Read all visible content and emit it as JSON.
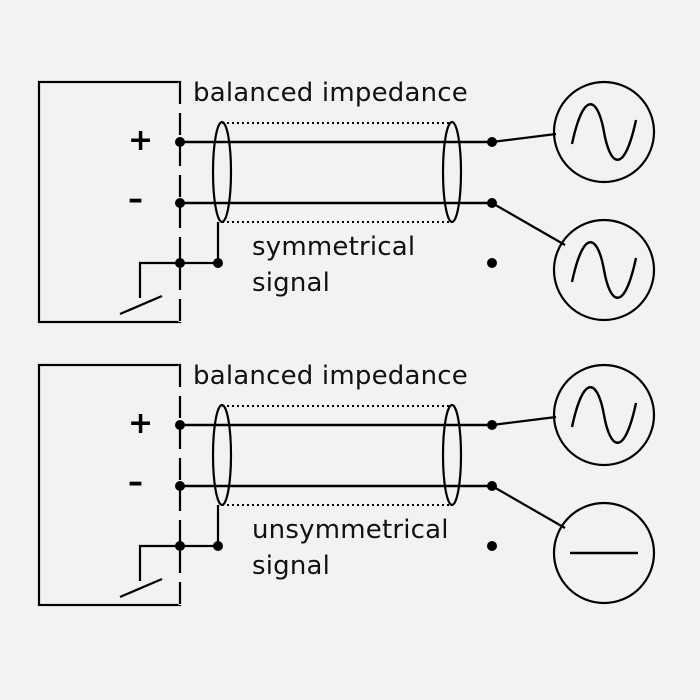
{
  "diagram": {
    "top": {
      "impedance_label": "balanced impedance",
      "plus_label": "+",
      "minus_label": "–",
      "signal_label_line1": "symmetrical",
      "signal_label_line2": "signal",
      "upper_source": "sine-wave",
      "lower_source": "sine-wave"
    },
    "bottom": {
      "impedance_label": "balanced impedance",
      "plus_label": "+",
      "minus_label": "–",
      "signal_label_line1": "unsymmetrical",
      "signal_label_line2": "signal",
      "upper_source": "sine-wave",
      "lower_source": "flat-line"
    },
    "colors": {
      "line": "#000000",
      "background": "#f2f2f2"
    }
  }
}
